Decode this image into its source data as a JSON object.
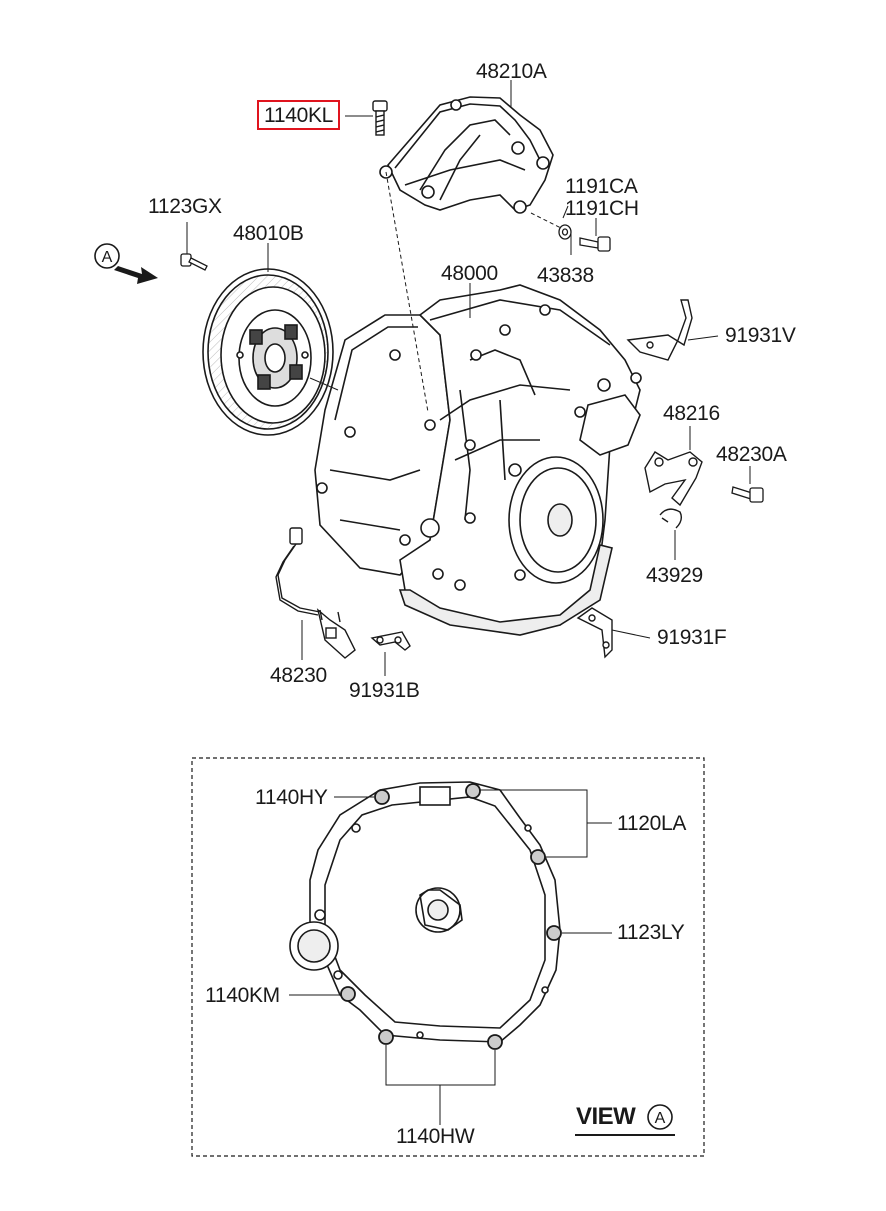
{
  "diagram": {
    "labels": {
      "p48210A": "48210A",
      "p1140KL": "1140KL",
      "p1123GX": "1123GX",
      "p48010B": "48010B",
      "p1191CA": "1191CA",
      "p1191CH": "1191CH",
      "p43838": "43838",
      "p48000": "48000",
      "p91931V": "91931V",
      "p48216": "48216",
      "p48230A": "48230A",
      "p43929": "43929",
      "p91931F": "91931F",
      "p48230": "48230",
      "p91931B": "91931B"
    },
    "view_marker": "A",
    "highlighted_part": "1140KL",
    "highlight_color": "#e0141e"
  },
  "inset": {
    "title": "VIEW",
    "view_letter": "A",
    "labels": {
      "p1140HY": "1140HY",
      "p1120LA": "1120LA",
      "p1123LY": "1123LY",
      "p1140KM": "1140KM",
      "p1140HW": "1140HW"
    }
  }
}
